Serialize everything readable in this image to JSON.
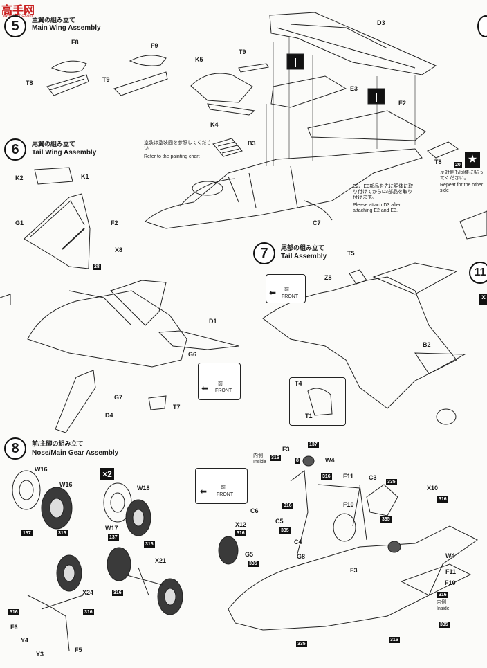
{
  "watermark": {
    "brand": "高手网",
    "url": "www.chnhc.com"
  },
  "steps": [
    {
      "number": "5",
      "jp": "主翼の組み立て",
      "en": "Main Wing Assembly"
    },
    {
      "number": "6",
      "jp": "尾翼の組み立て",
      "en": "Tail Wing Assembly"
    },
    {
      "number": "7",
      "jp": "尾部の組み立て",
      "en": "Tail Assembly"
    },
    {
      "number": "8",
      "jp": "前/主脚の組み立て",
      "en": "Nose/Main Gear Assembly"
    },
    {
      "number": "11",
      "jp": "",
      "en": ""
    }
  ],
  "notes": {
    "paint_jp": "塗装は塗装図を参照してください",
    "paint_en": "Refer to the painting chart",
    "attach_jp": "E2、E3部品を先に胴体に取り付けてからD3部品を取り付けます。",
    "attach_en": "Please attach D3 after attaching E2 and E3.",
    "repeat_jp": "反対側も同様に貼ってください。",
    "repeat_en": "Repeat for the other side",
    "inside_jp": "内側",
    "inside_en": "Inside",
    "front_jp": "前",
    "front_en": "FRONT",
    "multiplier": "×2"
  },
  "parts": {
    "F8": "F8",
    "T8": "T8",
    "F9": "F9",
    "T9": "T9",
    "K5": "K5",
    "D3": "D3",
    "E3": "E3",
    "E2": "E2",
    "K4": "K4",
    "B3": "B3",
    "C7": "C7",
    "K2": "K2",
    "K1": "K1",
    "G1": "G1",
    "F2": "F2",
    "X8": "X8",
    "D1": "D1",
    "G6": "G6",
    "G7": "G7",
    "D4": "D4",
    "T7": "T7",
    "T5": "T5",
    "Z8": "Z8",
    "B2": "B2",
    "T4": "T4",
    "T1": "T1",
    "W16a": "W16",
    "W16b": "W16",
    "W18": "W18",
    "W17": "W17",
    "X21": "X21",
    "X24": "X24",
    "F6": "F6",
    "Y4": "Y4",
    "Y3": "Y3",
    "F5": "F5",
    "F3": "F3",
    "W4": "W4",
    "F11": "F11",
    "C3": "C3",
    "X10": "X10",
    "F10": "F10",
    "C6": "C6",
    "C5": "C5",
    "X12": "X12",
    "C4": "C4",
    "G8": "G8",
    "G5": "G5",
    "F3b": "F3",
    "W4b": "W4",
    "F11b": "F11",
    "F10b": "F10",
    "T8b": "T8"
  },
  "paint_codes": [
    "137",
    "316",
    "335",
    "28",
    "20",
    "8"
  ],
  "side_marks": {
    "x_right": "x"
  }
}
